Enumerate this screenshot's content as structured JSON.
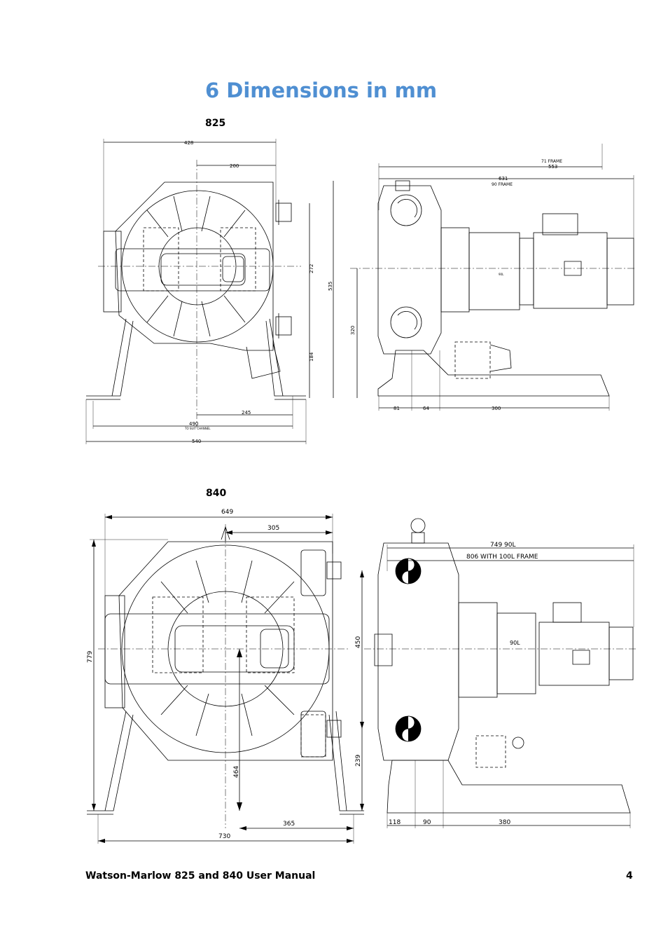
{
  "page": {
    "title": "6 Dimensions in mm",
    "footer_title": "Watson-Marlow 825 and 840 User Manual",
    "page_number": "4"
  },
  "fig825": {
    "label": "825",
    "dims": {
      "d428": "428",
      "d200": "200",
      "d272": "272",
      "d535": "535",
      "d184": "184",
      "d245": "245",
      "d490": "490",
      "d490_note": "TO SUIT CHANNEL",
      "d540": "540",
      "d71frame": "71 FRAME",
      "d553": "553",
      "d631": "631",
      "d90frame": "90 FRAME",
      "d320": "320",
      "d81": "81",
      "d64": "64",
      "d300": "300",
      "motor_tag": "90L"
    }
  },
  "fig840": {
    "label": "840",
    "dims": {
      "d649": "649",
      "d305": "305",
      "d779": "779",
      "d450": "450",
      "d464": "464",
      "d239": "239",
      "d365": "365",
      "d730": "730",
      "d749": "749 90L",
      "d806": "806 WITH 100L FRAME",
      "d118": "118",
      "d90": "90",
      "d380": "380",
      "motor_tag": "90L"
    }
  }
}
